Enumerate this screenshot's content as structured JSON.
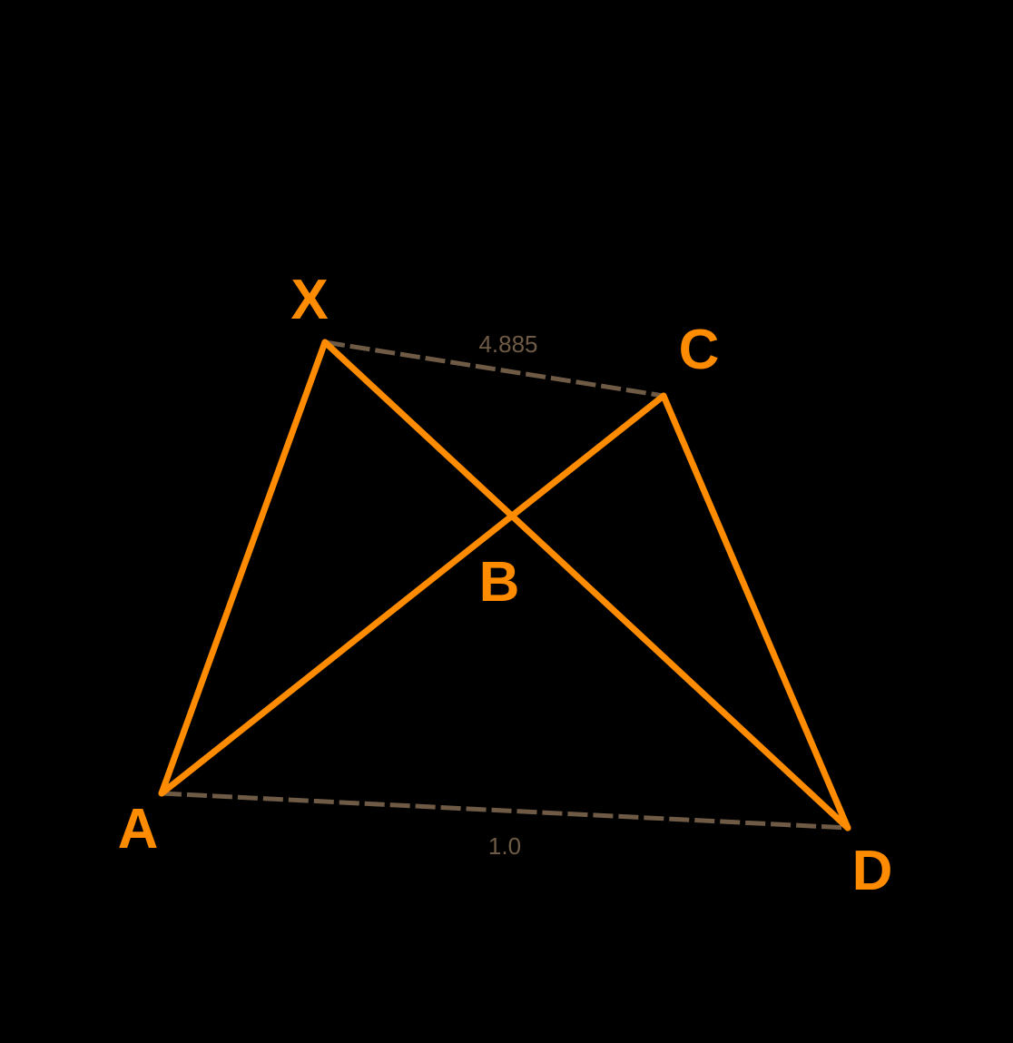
{
  "colors": {
    "background": "#000000",
    "solid_line": "#FF8C00",
    "dashed_line": "#6E5A45",
    "point_label": "#FF8C00",
    "length_label": "#6E5A45"
  },
  "points": {
    "X": "X",
    "C": "C",
    "B": "B",
    "A": "A",
    "D": "D"
  },
  "lengths": {
    "XC": "4.885",
    "AD": "1.0"
  }
}
